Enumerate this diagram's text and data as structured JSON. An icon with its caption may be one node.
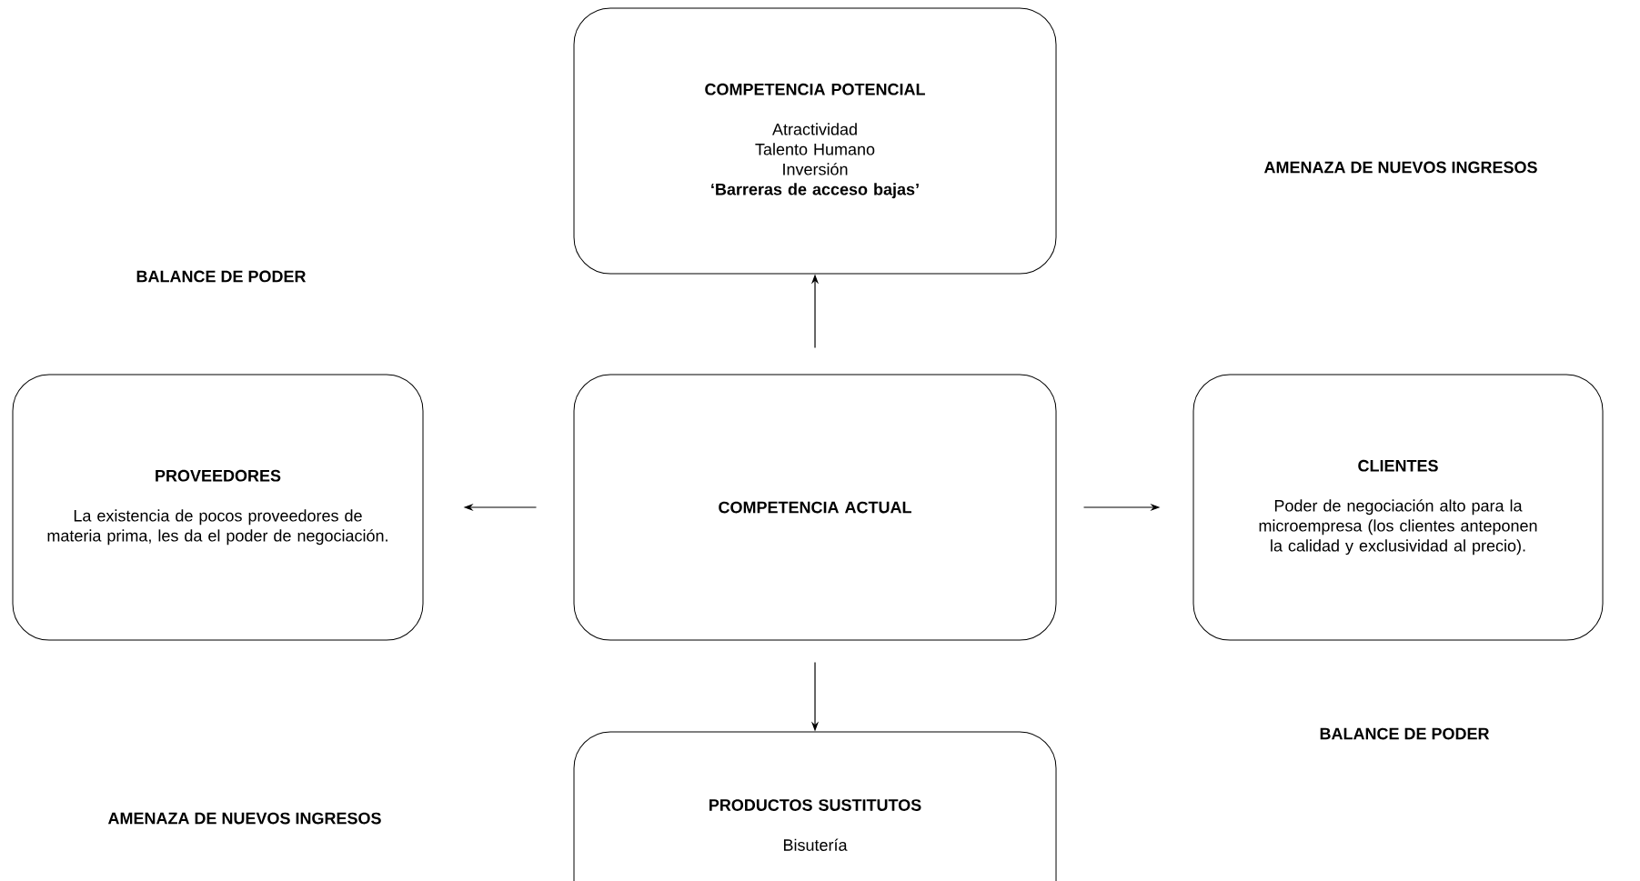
{
  "diagram": {
    "nodes": [
      {
        "text": [
          "COMPETENCIA POTENCIAL",
          "Atractividad",
          "Talento Humano",
          "Inversión",
          "**‘Barreras de acceso bajas’**"
        ]
      },
      {
        "text": [
          "PROVEEDORES",
          "La existencia de pocos proveedores de materia prima, les da el poder de negociación."
        ]
      },
      {
        "text": [
          "COMPETENCIA ACTUAL"
        ]
      },
      {
        "text": [
          "CLIENTES",
          "Poder de negociación alto para la microempresa (los clientes anteponen la calidad y exclusividad al precio)."
        ]
      },
      {
        "text": [
          "PRODUCTOS SUSTITUTOS",
          "Bisutería"
        ]
      }
    ],
    "edges": [
      {
        "from": 2,
        "to": 0,
        "arrow": "to"
      },
      {
        "from": 2,
        "to": 1,
        "arrow": "to"
      },
      {
        "from": 2,
        "to": 3,
        "arrow": "to"
      },
      {
        "from": 2,
        "to": 4,
        "arrow": "to"
      }
    ],
    "labels": [
      "AMENAZA DE NUEVOS INGRESOS",
      "BALANCE DE PODER",
      "BALANCE DE PODER",
      "AMENAZA DE NUEVOS INGRESOS"
    ]
  }
}
